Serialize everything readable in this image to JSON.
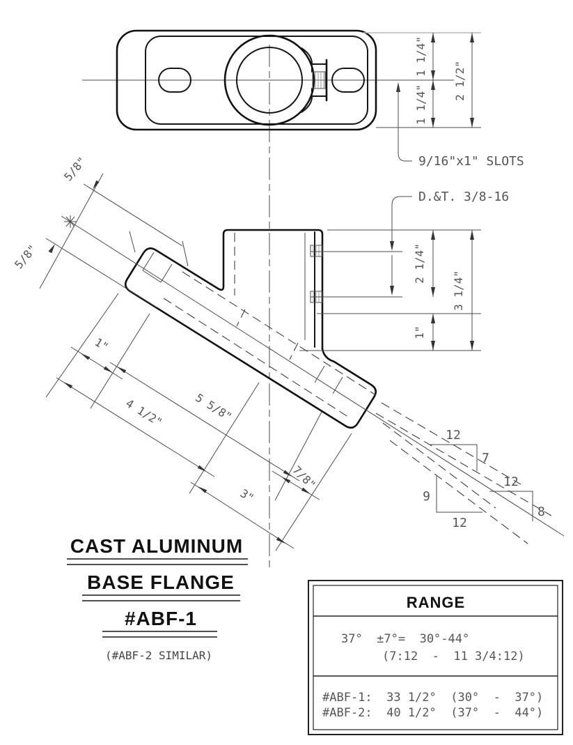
{
  "drawing": {
    "top_view": {
      "dim_top_half": "1 1/4\"",
      "dim_bottom_half": "1 1/4\"",
      "dim_overall_width": "2 1/2\"",
      "slots_label": "9/16\"x1\" SLOTS"
    },
    "side_view": {
      "tap_callout": "D.&T. 3/8-16",
      "dim_tap_depth": "2 1/4\"",
      "dim_boss_height": "3 1/4\"",
      "dim_base_height": "1\"",
      "dim_offset_upper": "5/8\"",
      "dim_offset_lower": "5/8\"",
      "dim_end_margin": "1\"",
      "dim_span_a": "4 1/2\"",
      "dim_span_b": "5 5/8\"",
      "dim_span_c": "3\"",
      "dim_span_d": "7/8\""
    },
    "slope_indicators": {
      "t1_run": "12",
      "t1_rise": "7",
      "t2_rise": "9",
      "t2_run": "12",
      "t3_run": "12",
      "t3_rise": "8"
    },
    "title_block": {
      "material": "CAST ALUMINUM",
      "part": "BASE FLANGE",
      "part_number": "#ABF-1",
      "note": "(#ABF-2 SIMILAR)"
    },
    "range_table": {
      "header": "RANGE",
      "nominal": "37°  ±7°=  30°-44°",
      "pitch_range": "(7:12  -  11 3/4:12)",
      "abf1": "#ABF-1:  33 1/2°  (30°  -  37°)",
      "abf2": "#ABF-2:  40 1/2°  (37°  -  44°)"
    }
  }
}
